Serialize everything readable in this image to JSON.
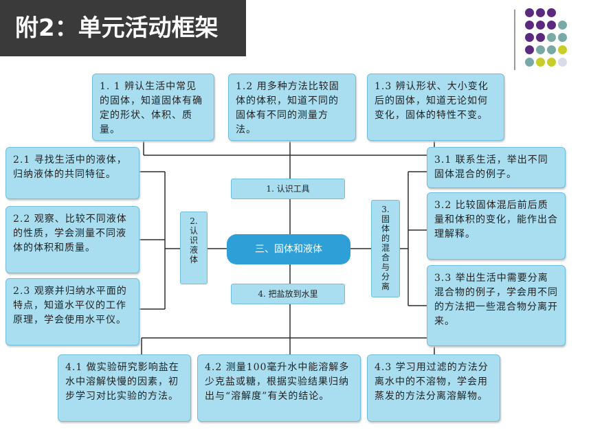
{
  "title": "附2：单元活动框架",
  "center": "三、固体和液体",
  "branches": {
    "b1": "1. 认识工具",
    "b2": "2. 认识液体",
    "b3": "3. 固体的混合与分离",
    "b4": "4. 把盐放到水里"
  },
  "top_boxes": [
    "1. 1 辨认生活中常见的固体，知道固体有确定的形状、体积、质量。",
    "1.2 用多种方法比较固体的体积，知道不同的固体有不同的测量方法。",
    "1.3 辨认形状、大小变化后的固体，知道无论如何变化，固体的特性不变。"
  ],
  "left_boxes": [
    "2.1 寻找生活中的液体，归纳液体的共同特征。",
    "2.2 观察、比较不同液体的性质，学会测量不同液体的体积和质量。",
    "2.3 观察并归纳水平面的特点，知道水平仪的工作原理，学会使用水平仪。"
  ],
  "right_boxes": [
    "3.1 联系生活，举出不同固体混合的例子。",
    "3.2 比较固体混后前后质量和体积的变化，能作出合理解释。",
    "3.3 举出生活中需要分离混合物的例子，学会用不同的方法把一些混合物分离开来。"
  ],
  "bottom_boxes": [
    "4.1 做实验研究影响盐在水中溶解快慢的因素，初步学习对比实验的方法。",
    "4.2 测量100毫升水中能溶解多少克盐或糖，根据实验结果归纳出与“溶解度”有关的结论。",
    "4.3 学习用过滤的方法分离水中的不溶物，学会用蒸发的方法分离溶解物。"
  ],
  "colors": {
    "box_fill": "#a9def0",
    "center_fill": "#2f9fd8",
    "title_bg": "#3a3a3a",
    "dot_purple": "#5b2a7e",
    "dot_teal": "#78a9a7",
    "dot_lime": "#c8cd2a",
    "dot_light": "#d9dbe6"
  }
}
